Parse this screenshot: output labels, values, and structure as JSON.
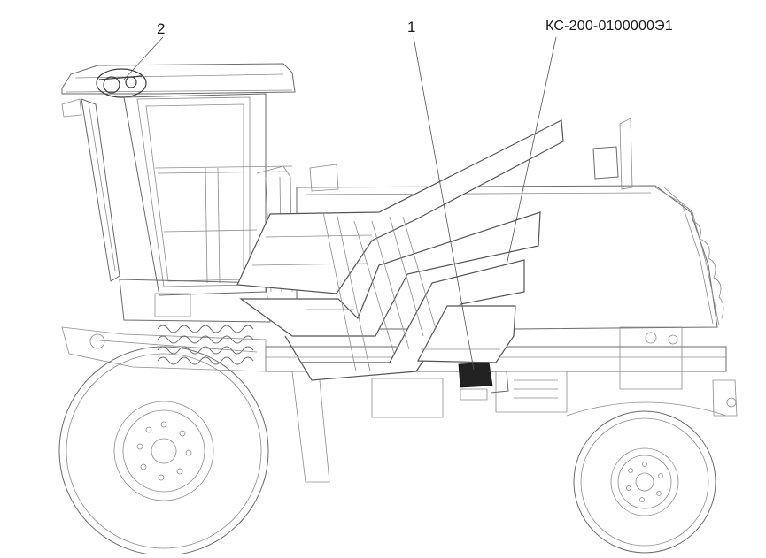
{
  "labels": {
    "callout_1": "1",
    "callout_2": "2",
    "part_code": "КС-200-0100000Э1"
  },
  "colors": {
    "line": "#8c8c8c",
    "accent_line": "#3a3a3a",
    "background": "#ffffff"
  }
}
